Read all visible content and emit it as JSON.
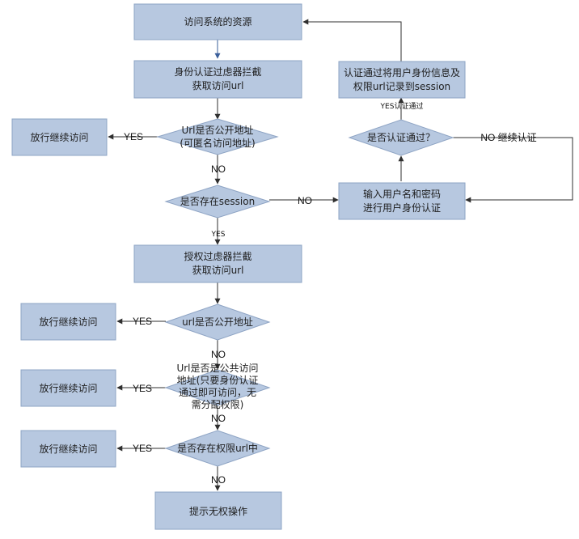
{
  "nodes": {
    "access_resource": "访问系统的资源",
    "auth_filter_line1": "身份认证过虑器拦截",
    "auth_filter_line2": "获取访问url",
    "public_check_line1": "Url是否公开地址",
    "public_check_line2": "(可匿名访问地址)",
    "pass_1": "放行继续访问",
    "session_check": "是否存在session",
    "login_line1": "输入用户名和密码",
    "login_line2": "进行用户身份认证",
    "auth_ok_check": "是否认证通过？",
    "save_session_line1": "认证通过将用户身份信息及",
    "save_session_line2": "权限url记录到session",
    "perm_filter_line1": "授权过虑器拦截",
    "perm_filter_line2": "获取访问url",
    "public_check2": "url是否公开地址",
    "pass_2": "放行继续访问",
    "common_check_line1": "Url是否是公共访问",
    "common_check_line2": "地址(只要身份认证",
    "common_check_line3": "通过即可访问，无",
    "common_check_line4": "需分配权限)",
    "pass_3": "放行继续访问",
    "perm_url_check": "是否存在权限url中",
    "pass_4": "放行继续访问",
    "no_permission": "提示无权操作"
  },
  "labels": {
    "yes_1": "YES",
    "no_1": "NO",
    "yes_session": "YES",
    "no_session": "NO",
    "yes_auth": "YES认证通过",
    "no_auth": "NO 继续认证",
    "yes_2": "YES",
    "no_2": "NO",
    "yes_3": "YES",
    "no_3": "NO",
    "yes_4": "YES",
    "no_4": "NO"
  },
  "colors": {
    "node_fill": "#b7c8e0",
    "node_stroke": "#8ea4c4",
    "connector": "#2f2f2f",
    "first_arrow": "#3a5f9a"
  }
}
